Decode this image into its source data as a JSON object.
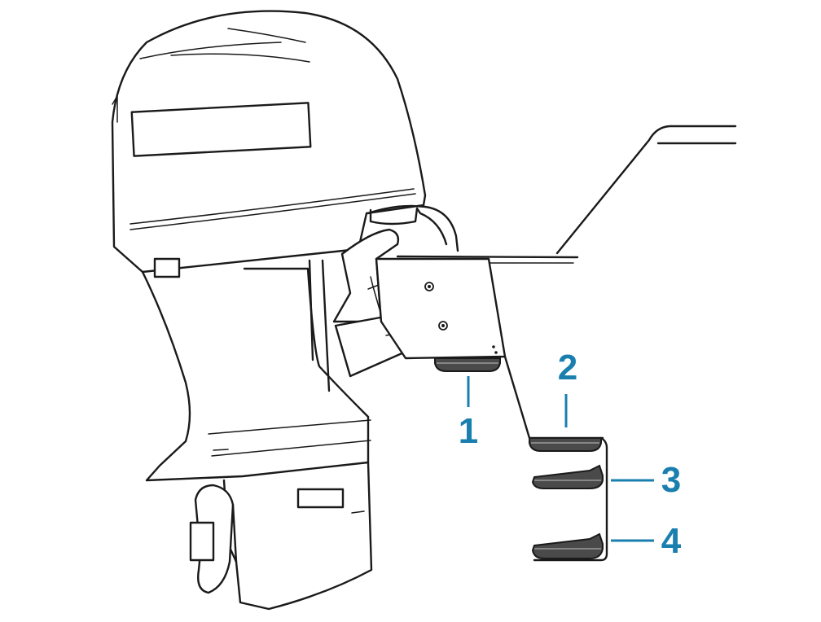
{
  "accent_color": "#1a7fae",
  "callouts": {
    "c1": "1",
    "c2": "2",
    "c3": "3",
    "c4": "4"
  }
}
